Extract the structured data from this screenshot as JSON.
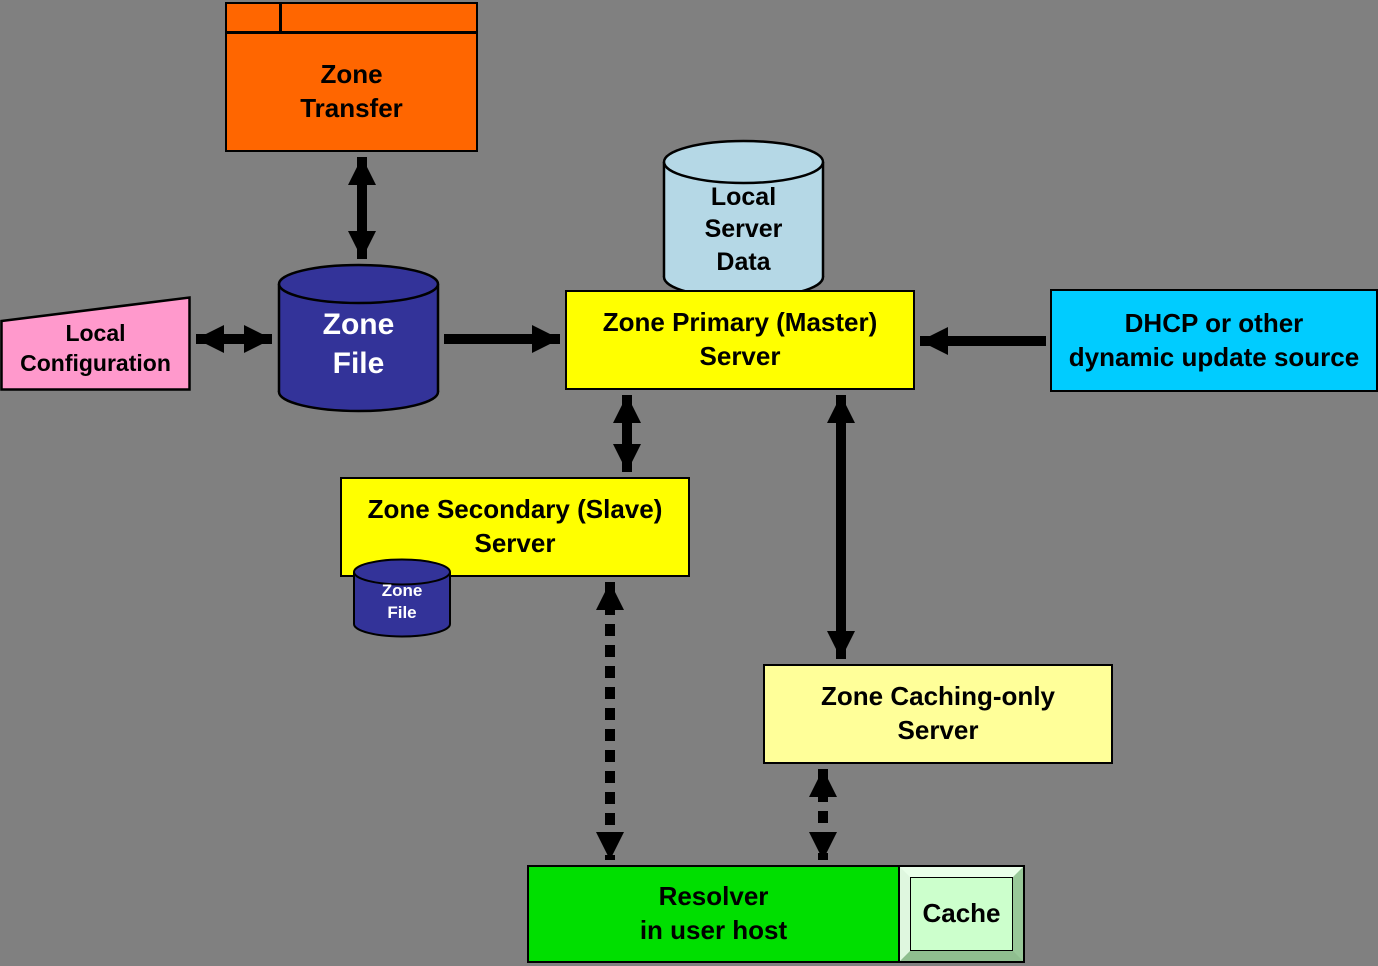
{
  "nodes": {
    "zone_transfer": {
      "label": "Zone\nTransfer"
    },
    "local_server_data": {
      "label": "Local\nServer\nData"
    },
    "zone_file": {
      "label": "Zone\nFile"
    },
    "local_configuration": {
      "label": "Local\nConfiguration"
    },
    "zone_primary_server": {
      "label": "Zone Primary (Master)\nServer"
    },
    "dhcp_source": {
      "label": "DHCP or other\ndynamic update source"
    },
    "zone_secondary_server": {
      "label": "Zone Secondary (Slave)\nServer"
    },
    "zone_file_secondary": {
      "label": "Zone\nFile"
    },
    "zone_caching_server": {
      "label": "Zone Caching-only\nServer"
    },
    "resolver": {
      "label": "Resolver\nin user host"
    },
    "cache": {
      "label": "Cache"
    }
  },
  "colors": {
    "background": "#808080",
    "zone_transfer": "#FF6600",
    "local_server_data": "#B5D8E6",
    "zone_file": "#333399",
    "local_configuration": "#FF99CC",
    "primary_server": "#FFFF00",
    "dhcp_source": "#00CCFF",
    "secondary_server": "#FFFF00",
    "caching_server": "#FFFF99",
    "resolver": "#00DF00",
    "cache": "#CCFFCC",
    "arrow": "#000000"
  },
  "connections": [
    {
      "from": "zone_transfer",
      "to": "zone_file",
      "line": "solid",
      "arrows": "both"
    },
    {
      "from": "local_configuration",
      "to": "zone_file",
      "line": "solid",
      "arrows": "both"
    },
    {
      "from": "zone_file",
      "to": "zone_primary_server",
      "line": "solid",
      "arrows": "to"
    },
    {
      "from": "dhcp_source",
      "to": "zone_primary_server",
      "line": "solid",
      "arrows": "to"
    },
    {
      "from": "zone_primary_server",
      "to": "zone_secondary_server",
      "line": "solid",
      "arrows": "both"
    },
    {
      "from": "zone_primary_server",
      "to": "zone_caching_server",
      "line": "solid",
      "arrows": "both"
    },
    {
      "from": "zone_secondary_server",
      "to": "resolver",
      "line": "dashed",
      "arrows": "both"
    },
    {
      "from": "zone_caching_server",
      "to": "resolver",
      "line": "dashed",
      "arrows": "both"
    }
  ]
}
